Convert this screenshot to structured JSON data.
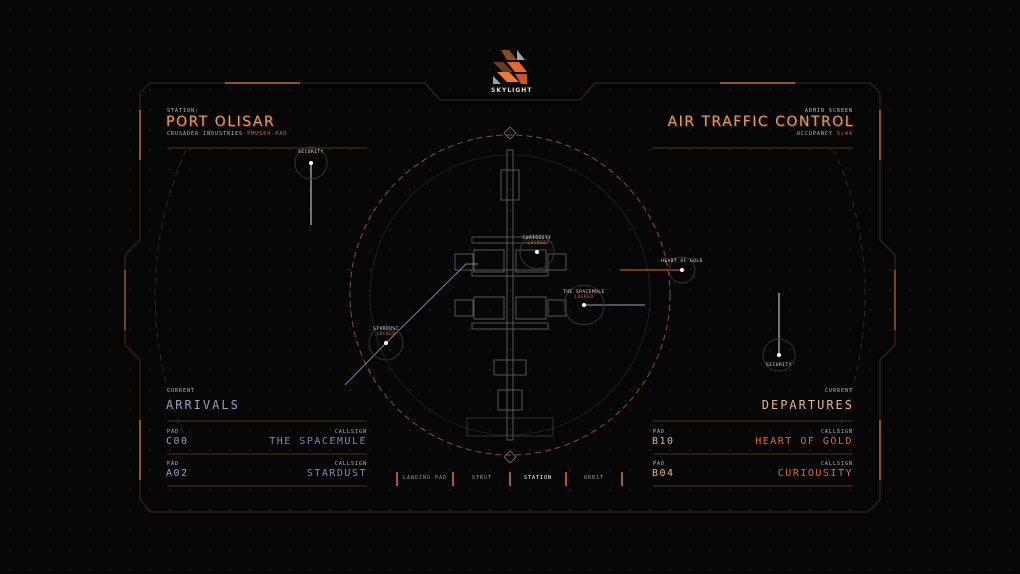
{
  "brand": {
    "name": "SKYLIGHT"
  },
  "header_left": {
    "label": "STATION:",
    "title": "PORT OLISAR",
    "sub_prefix": "CRUSADER INDUSTRIES",
    "sub_code": "PMUS64-PAD"
  },
  "header_right": {
    "label": "ADMIN SCREEN",
    "title": "AIR TRAFFIC CONTROL",
    "occupancy_label": "OCCUPANCY",
    "occupancy_value": "5/44"
  },
  "arrivals": {
    "label": "CURRENT",
    "title": "ARRIVALS",
    "rows": [
      {
        "pad_label": "PAD",
        "pad": "C00",
        "callsign_label": "CALLSIGN",
        "callsign": "THE SPACEMULE"
      },
      {
        "pad_label": "PAD",
        "pad": "A02",
        "callsign_label": "CALLSIGN",
        "callsign": "STARDUST"
      }
    ]
  },
  "departures": {
    "label": "CURRENT",
    "title": "DEPARTURES",
    "rows": [
      {
        "pad_label": "PAD",
        "pad": "B10",
        "callsign_label": "CALLSIGN",
        "callsign": "HEART OF GOLD"
      },
      {
        "pad_label": "PAD",
        "pad": "B04",
        "callsign_label": "CALLSIGN",
        "callsign": "CURIOUSITY"
      }
    ]
  },
  "tabs": [
    {
      "label": "LANDING PAD"
    },
    {
      "label": "STRUT"
    },
    {
      "label": "STATION",
      "active": true
    },
    {
      "label": "ORBIT"
    }
  ],
  "markers": {
    "security_left": "SECURITY",
    "security_right": "SECURITY",
    "curiosity": {
      "name": "CURIOSITY",
      "status": "LOCKED"
    },
    "spacemule": {
      "name": "THE SPACEMULE",
      "status": "LOCKED"
    },
    "stardust": {
      "name": "STARDUST",
      "status": "LOCKED"
    },
    "heart_of_gold": {
      "name": "HEART OF GOLD"
    }
  },
  "colors": {
    "accent": "#e8662a",
    "frame": "#b5622a",
    "arrivals": "#8fa3bd",
    "departures": "#e5b58a"
  }
}
